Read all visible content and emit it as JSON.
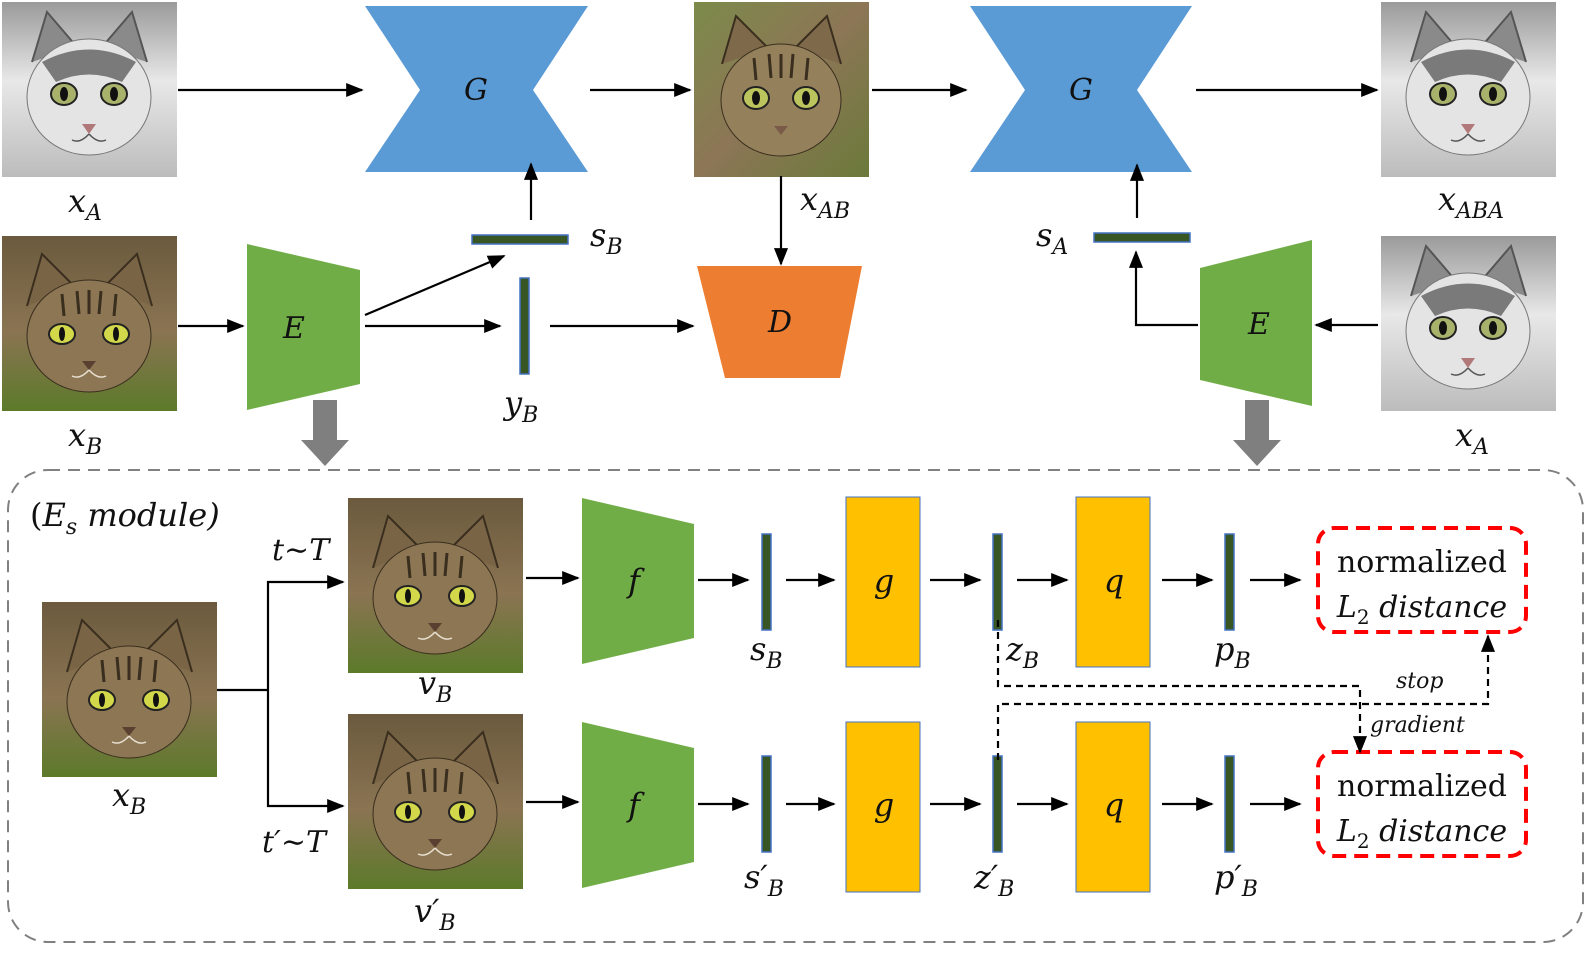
{
  "colors": {
    "generator": "#5B9BD5",
    "encoder": "#70AD47",
    "discriminator": "#ED7D31",
    "mlp": "#FFC000",
    "vector": "#375623",
    "vector_stroke": "#4472C4",
    "arrow": "#000000",
    "big_arrow": "#7F7F7F",
    "loss_border": "#FF0000",
    "module_border": "#808080"
  },
  "icons": {
    "cat_gray": "gray-white-tabby-cat-photo",
    "cat_tabby": "brown-tabby-cat-photo",
    "cat_translated": "translated-tabby-cat-photo"
  },
  "top": {
    "x_a_label": "x",
    "x_a_sub": "A",
    "x_b_label": "x",
    "x_b_sub": "B",
    "x_ab_label": "x",
    "x_ab_sub": "AB",
    "x_aba_label": "x",
    "x_aba_sub": "ABA",
    "x_a2_label": "x",
    "x_a2_sub": "A",
    "g1_label": "G",
    "g2_label": "G",
    "e1_label": "E",
    "e2_label": "E",
    "d_label": "D",
    "s_b_label": "s",
    "s_b_sub": "B",
    "y_b_label": "y",
    "y_b_sub": "B",
    "s_a_label": "s",
    "s_a_sub": "A"
  },
  "module": {
    "title_open": "(",
    "title_e": "E",
    "title_sub": "s",
    "title_rest": " module)",
    "x_b_label": "x",
    "x_b_sub": "B",
    "t_label": "t∼T",
    "t_prime_label": "t′∼T",
    "v_b_label": "v",
    "v_b_sub": "B",
    "v_b_prime_label": "v′",
    "v_b_prime_sub": "B",
    "f1_label": "f",
    "f2_label": "f",
    "g1_label": "g",
    "g2_label": "g",
    "q1_label": "q",
    "q2_label": "q",
    "s_b_label": "s",
    "s_b_sub": "B",
    "s_b_prime_label": "s′",
    "s_b_prime_sub": "B",
    "z_b_label": "z",
    "z_b_sub": "B",
    "z_b_prime_label": "z′",
    "z_b_prime_sub": "B",
    "p_b_label": "p",
    "p_b_sub": "B",
    "p_b_prime_label": "p′",
    "p_b_prime_sub": "B",
    "loss1_line1": "normalized",
    "loss1_line2_l": "L",
    "loss1_line2_sub": "2",
    "loss1_line2_rest": " distance",
    "loss2_line1": "normalized",
    "loss2_line2_l": "L",
    "loss2_line2_sub": "2",
    "loss2_line2_rest": " distance",
    "stop_label": "stop",
    "gradient_label": "gradient"
  }
}
